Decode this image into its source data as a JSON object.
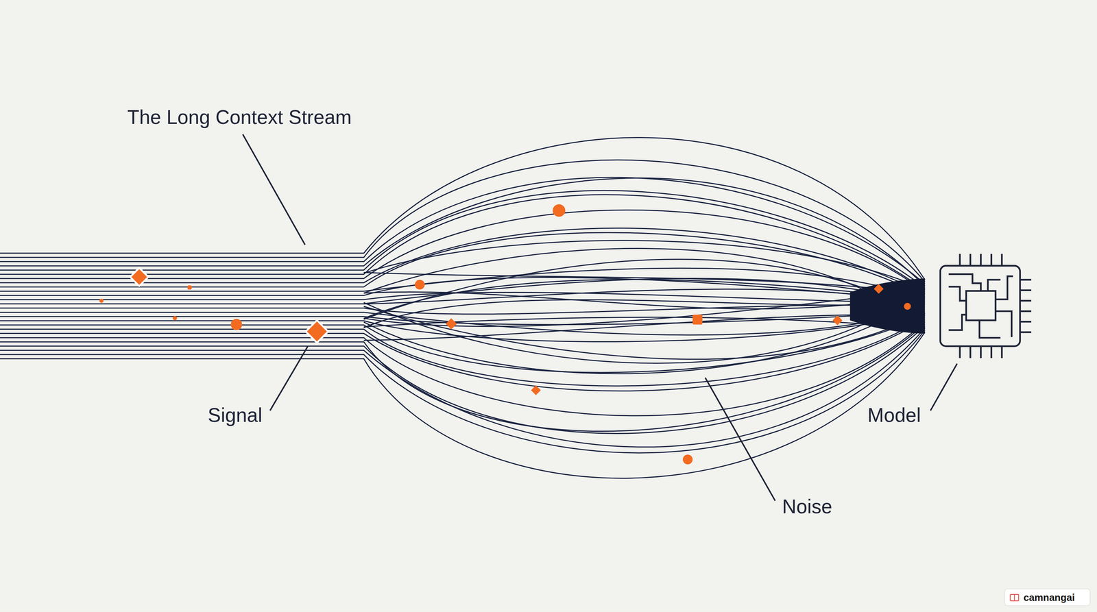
{
  "diagram": {
    "labels": [
      "The Long Context Stream",
      "Signal",
      "Model",
      "Noise",
      "camnangai"
    ]
  }
}
